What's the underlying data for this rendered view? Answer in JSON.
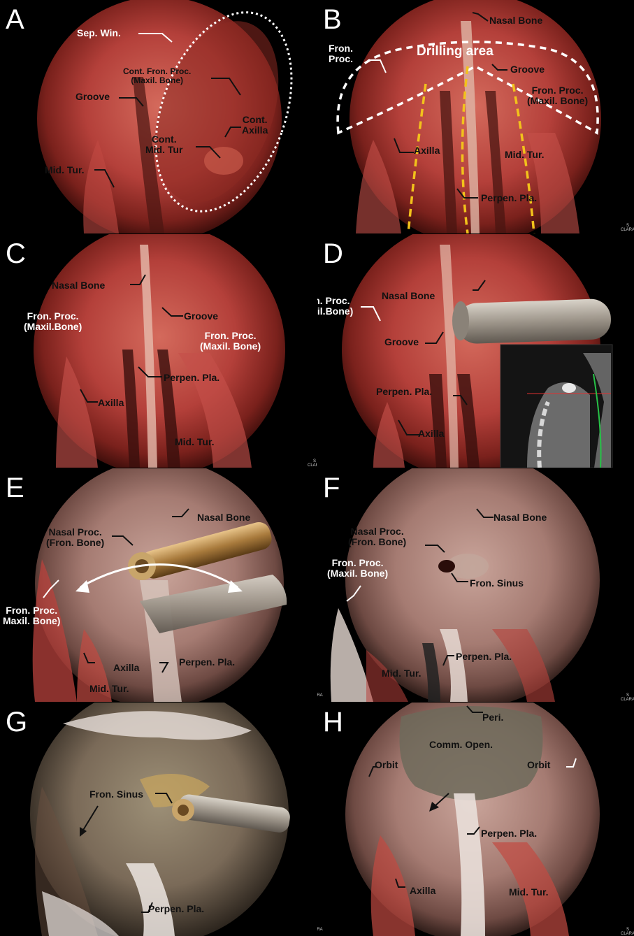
{
  "panels": {
    "A": {
      "letter": "A",
      "labels": {
        "sep_win": "Sep. Win.",
        "cont_fron_proc": "Cont. Fron. Proc.\n(Maxil. Bone)",
        "groove": "Groove",
        "cont_axilla": "Cont.\nAxilla",
        "cont_mid_tur": "Cont.\nMid. Tur",
        "mid_tur": "Mid. Tur."
      }
    },
    "B": {
      "letter": "B",
      "labels": {
        "nasal_bone": "Nasal Bone",
        "fron_proc": "Fron.\nProc.",
        "drilling_area": "Drilling area",
        "groove": "Groove",
        "fron_proc_maxil": "Fron. Proc.\n(Maxil. Bone)",
        "axilla": "Axilla",
        "mid_tur": "Mid. Tur.",
        "perpen_pla": "Perpen. Pla."
      }
    },
    "C": {
      "letter": "C",
      "labels": {
        "nasal_bone": "Nasal Bone",
        "fron_proc_left": "Fron. Proc.\n(Maxil.Bone)",
        "groove": "Groove",
        "fron_proc_right": "Fron. Proc.\n(Maxil. Bone)",
        "perpen_pla": "Perpen. Pla.",
        "axilla": "Axilla",
        "mid_tur": "Mid. Tur."
      }
    },
    "D": {
      "letter": "D",
      "labels": {
        "nasal_bone": "Nasal Bone",
        "fron_proc": "Fron. Proc.\n(Maxil.Bone)",
        "groove": "Groove",
        "perpen_pla": "Perpen. Pla.",
        "axilla": "Axilla"
      }
    },
    "E": {
      "letter": "E",
      "labels": {
        "nasal_bone": "Nasal Bone",
        "nasal_proc": "Nasal Proc.\n(Fron. Bone)",
        "fron_proc": "Fron. Proc.\nMaxil. Bone)",
        "axilla": "Axilla",
        "perpen_pla": "Perpen. Pla.",
        "mid_tur": "Mid. Tur."
      }
    },
    "F": {
      "letter": "F",
      "labels": {
        "nasal_bone": "Nasal Bone",
        "nasal_proc": "Nasal Proc.\n(Fron. Bone)",
        "fron_proc": "Fron. Proc.\n(Maxil. Bone)",
        "fron_sinus": "Fron. Sinus",
        "perpen_pla": "Perpen. Pla.",
        "mid_tur": "Mid. Tur."
      }
    },
    "G": {
      "letter": "G",
      "labels": {
        "fron_sinus": "Fron. Sinus",
        "perpen_pla": "Perpen. Pla."
      }
    },
    "H": {
      "letter": "H",
      "labels": {
        "peri": "Peri.",
        "comm_open": "Comm. Open.",
        "orbit_left": "Orbit",
        "orbit_right": "Orbit",
        "perpen_pla": "Perpen. Pla.",
        "axilla": "Axilla",
        "mid_tur": "Mid. Tur."
      }
    }
  },
  "watermark": "S\nCLARA",
  "colors": {
    "tissue_red": "#b5403a",
    "tissue_dark": "#5a1612",
    "dashed_white": "#ffffff",
    "dashed_yellow": "#f2c21b",
    "arrow_white": "#ffffff"
  }
}
